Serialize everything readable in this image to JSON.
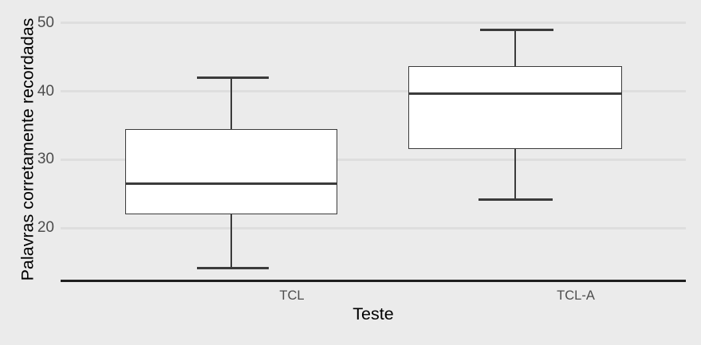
{
  "chart_data": {
    "type": "box",
    "title": "",
    "xlabel": "Teste",
    "ylabel": "Palavras corretamente recordadas",
    "categories": [
      "TCL",
      "TCL-A"
    ],
    "ytick_labels": [
      "20",
      "30",
      "40",
      "50"
    ],
    "ytick_values": [
      20,
      30,
      40,
      50
    ],
    "ylim": [
      13.0,
      51.0
    ],
    "grid": "horizontal-major-only",
    "legend": "none",
    "panel_background": "#EBEBEB",
    "grid_color": "#DEDEDE",
    "box_fill": "#FFFFFF",
    "box_stroke": "#3B3B3B",
    "axis_color": "#1F1F1F",
    "tick_label_color": "#4D4D4D",
    "axis_title_color": "#000000",
    "boxes": [
      {
        "category": "TCL",
        "whisker_low": 14.0,
        "q1": 21.9,
        "median": 26.4,
        "q3": 34.4,
        "whisker_high": 42.0,
        "outliers": []
      },
      {
        "category": "TCL-A",
        "whisker_low": 24.0,
        "q1": 31.6,
        "median": 39.6,
        "q3": 43.5,
        "whisker_high": 49.0,
        "outliers": []
      }
    ]
  }
}
